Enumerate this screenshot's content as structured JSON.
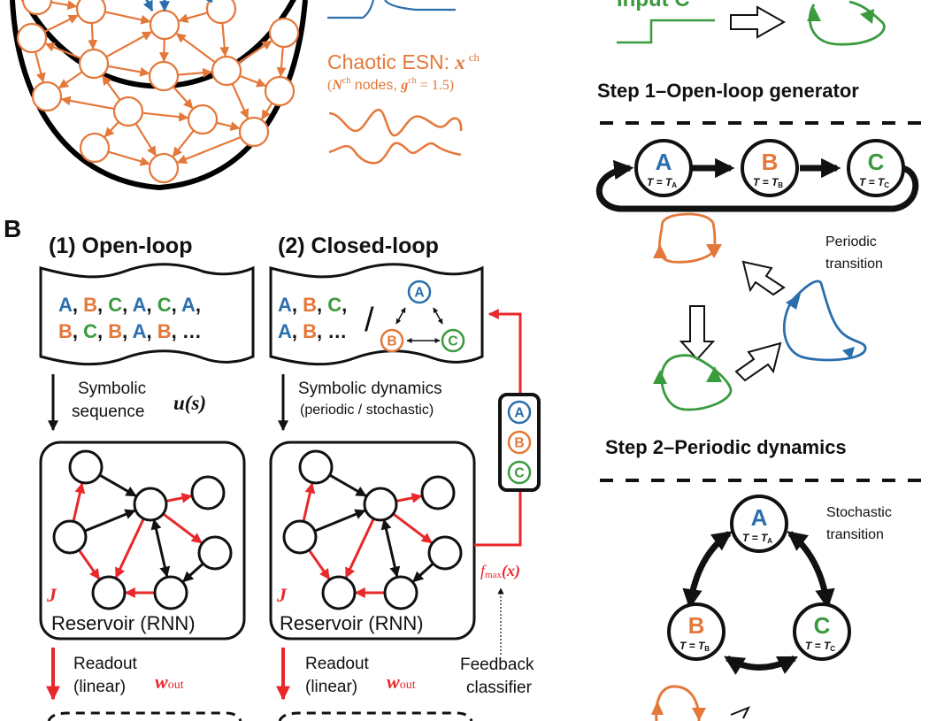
{
  "colors": {
    "a": "#2a6fad",
    "b": "#e4783a",
    "c": "#3a9a3e",
    "red": "#e8282b",
    "black": "#111111",
    "orange_net": "#e4783a"
  },
  "panel_a": {
    "green_input_label": "Input C",
    "chaotic_esn_label": "Chaotic ESN:",
    "chaotic_esn_var": "x",
    "chaotic_esn_sup": "ch",
    "chaotic_params": {
      "open": "(",
      "n_var": "N",
      "n_sup": "ch",
      "nodes_text": " nodes, ",
      "g_var": "g",
      "g_sup": "ch",
      "g_value": " = 1.5)"
    },
    "step1_title": "Step 1–Open-loop generator",
    "step1_nodes": [
      {
        "letter": "A",
        "period": "T = T",
        "sub": "A"
      },
      {
        "letter": "B",
        "period": "T = T",
        "sub": "B"
      },
      {
        "letter": "C",
        "period": "T = T",
        "sub": "C"
      }
    ],
    "periodic_label_1": "Periodic",
    "periodic_label_2": "transition",
    "step2_title": "Step 2–Periodic dynamics",
    "stochastic_label_1": "Stochastic",
    "stochastic_label_2": "transition",
    "step3_nodes": [
      {
        "letter": "A",
        "period": "T = T",
        "sub": "A"
      },
      {
        "letter": "B",
        "period": "T = T",
        "sub": "B"
      },
      {
        "letter": "C",
        "period": "T = T",
        "sub": "C"
      }
    ]
  },
  "panel_b": {
    "panel_letter": "B",
    "open_loop_title": "(1) Open-loop",
    "closed_loop_title": "(2) Closed-loop",
    "open_sequence_row1": [
      {
        "s": "A",
        "c": "a"
      },
      {
        "s": "B",
        "c": "b"
      },
      {
        "s": "C",
        "c": "c"
      },
      {
        "s": "A",
        "c": "a"
      },
      {
        "s": "C",
        "c": "c"
      },
      {
        "s": "A",
        "c": "a"
      }
    ],
    "open_sequence_row2": [
      {
        "s": "B",
        "c": "b"
      },
      {
        "s": "C",
        "c": "c"
      },
      {
        "s": "B",
        "c": "b"
      },
      {
        "s": "A",
        "c": "a"
      },
      {
        "s": "B",
        "c": "b"
      }
    ],
    "ellipsis": "…",
    "closed_sequence_row1": [
      {
        "s": "A",
        "c": "a"
      },
      {
        "s": "B",
        "c": "b"
      },
      {
        "s": "C",
        "c": "c"
      }
    ],
    "closed_sequence_row2": [
      {
        "s": "A",
        "c": "a"
      },
      {
        "s": "B",
        "c": "b"
      }
    ],
    "slash": "/",
    "mini_graph": [
      "A",
      "B",
      "C"
    ],
    "symbolic_label_1": "Symbolic",
    "symbolic_label_2": "sequence",
    "symbolic_math": "u(s)",
    "dynamics_label_1": "Symbolic dynamics",
    "dynamics_label_2": "(periodic / stochastic)",
    "classifier_symbols": [
      "A",
      "B",
      "C"
    ],
    "reservoir_label": "Reservoir (RNN)",
    "j_label": "J",
    "fmax_label_f": "f",
    "fmax_label_sub": "max",
    "fmax_label_arg": "(x)",
    "readout_1": "Readout",
    "readout_2": "(linear)",
    "wout_w": "w",
    "wout_sub": "out",
    "feedback_1": "Feedback",
    "feedback_2": "classifier"
  }
}
